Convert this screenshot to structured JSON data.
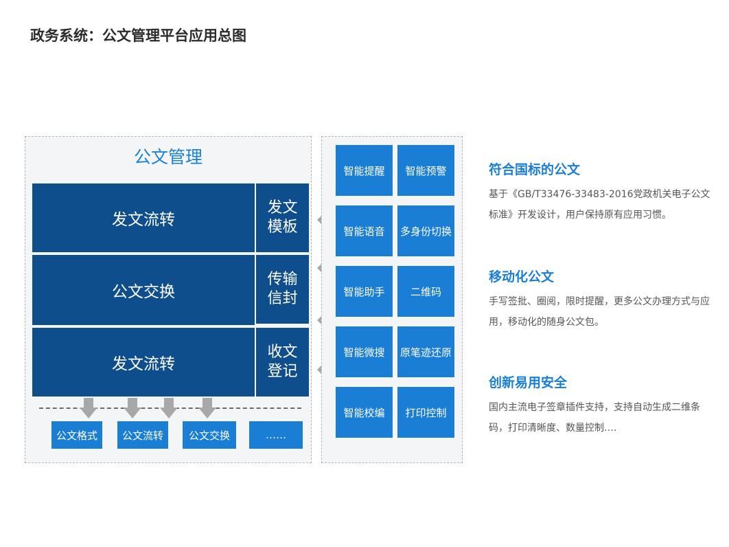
{
  "page_title": "政务系统：公文管理平台应用总图",
  "left_panel": {
    "heading": "公文管理",
    "main_rows": [
      "发文流转",
      "公文交换",
      "发文流转"
    ],
    "side_rows": [
      "发文\n模板",
      "传输\n信封",
      "收文\n登记"
    ],
    "bottom_items": [
      "公文格式",
      "公文流转",
      "公文交换",
      "……"
    ]
  },
  "right_panel": {
    "features": [
      [
        "智能提醒",
        "智能预警"
      ],
      [
        "智能语音",
        "多身份切换"
      ],
      [
        "智能助手",
        "二维码"
      ],
      [
        "智能微搜",
        "原笔迹还原"
      ],
      [
        "智能校编",
        "打印控制"
      ]
    ]
  },
  "info_blocks": [
    {
      "title": "符合国标的公文",
      "desc": "基于《GB/T33476-33483-2016党政机关电子公文标准》开发设计，用户保持原有应用习惯。"
    },
    {
      "title": "移动化公文",
      "desc": "手写签批、圈阅，限时提醒，更多公文办理方式与应用，移动化的随身公文包。"
    },
    {
      "title": "创新易用安全",
      "desc": "国内主流电子签章插件支持，支持自动生成二维条码，打印清晰度、数量控制…."
    }
  ],
  "colors": {
    "dark_block": "#0f4e8c",
    "accent_blue": "#1a7ed4",
    "heading_blue": "#1a82d6",
    "arrow_gray": "#a8a8a8"
  }
}
